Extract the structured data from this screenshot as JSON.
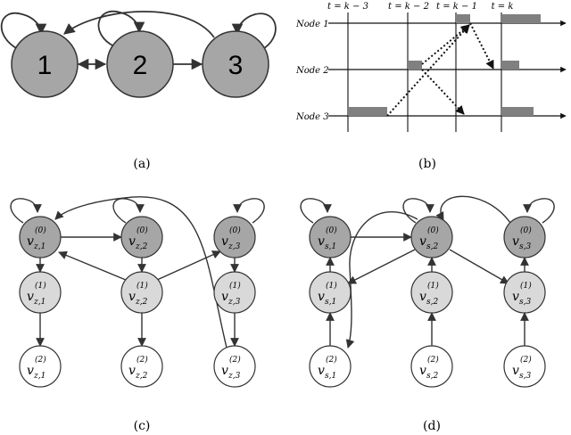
{
  "panel_a": {
    "caption": "(a)",
    "nodes": [
      "1",
      "2",
      "3"
    ]
  },
  "panel_b": {
    "caption": "(b)",
    "times": [
      "t = k − 3",
      "t = k − 2",
      "t = k − 1",
      "t = k"
    ],
    "rows": [
      "Node 1",
      "Node 2",
      "Node 3"
    ]
  },
  "panel_c": {
    "caption": "(c)",
    "var": "v",
    "sub": [
      "z,1",
      "z,2",
      "z,3"
    ],
    "sup": [
      "(0)",
      "(1)",
      "(2)"
    ]
  },
  "panel_d": {
    "caption": "(d)",
    "var": "v",
    "sub": [
      "s,1",
      "s,2",
      "s,3"
    ],
    "sup": [
      "(0)",
      "(1)",
      "(2)"
    ]
  },
  "colors": {
    "dark": "#a6a6a6",
    "light": "#d9d9d9",
    "white": "#ffffff",
    "stroke": "#333333",
    "bar": "#808080"
  }
}
